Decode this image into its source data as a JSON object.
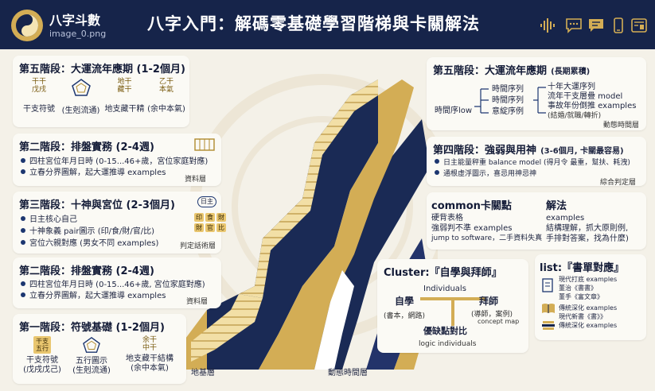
{
  "app": {
    "name": "八字斗數",
    "file": "image_0.png"
  },
  "title": "八字入門：解碼零基礎學習階梯與卡關解法",
  "stages": {
    "s5a": {
      "title": "第五階段：大運流年應期 (1-2個月)",
      "items": [
        {
          "top": "干干\n戊戌",
          "bottom": "干支符號"
        },
        {
          "top": "",
          "bottom": "(生剋流通)"
        },
        {
          "top": "地干\n藏干",
          "bottom": "地支藏干精"
        },
        {
          "top": "乙干\n本氣",
          "bottom": "(余中本氣)"
        }
      ]
    },
    "s2a": {
      "title": "第二階段：排盤實務 (2-4週)",
      "lines": [
        "四柱宮位年月日時 (0-15...46+歲，宮位家庭對應)",
        "立春分界圖解，起大運推導 examples"
      ],
      "note": "資料層"
    },
    "s3": {
      "title": "第三階段：十神與宮位 (2-3個月)",
      "lines": [
        "日主核心自己",
        "十神象義 pair圖示 (印/食/財/官/比)",
        "宮位六親對應 (男女不同 examples)"
      ],
      "note": "判定話術層",
      "badge": "日主",
      "tags": [
        "印",
        "食",
        "財",
        "財",
        "官",
        "比"
      ]
    },
    "s2b": {
      "title": "第二階段：排盤實務 (2-4週)",
      "lines": [
        "四柱宮位年月日時 (0-15...46+歲, 宮位家庭對應)",
        "立春分界圖解，起大運推導 examples"
      ],
      "note": "資料層"
    },
    "s1": {
      "title": "第一階段：符號基礎 (1-2個月)",
      "items": [
        {
          "tag": "干支\n五行",
          "bottom": "干支符號\n(戊戌戊己)"
        },
        {
          "tag": "",
          "bottom": "五行圖示\n(生剋流通)"
        },
        {
          "tag": "余干\n中干",
          "bottom": "地支藏干結構\n(余中本氣)"
        }
      ]
    },
    "s5b": {
      "title": "第五階段：大運流年應期",
      "title_suffix": "(長期累積)",
      "left": "時間序low",
      "mid": [
        "時間序列",
        "時間序列",
        "意綻序例"
      ],
      "right": [
        "十年大運序列",
        "流年干支層疊 model",
        "事故年份倒推 examples",
        "(結婚/就職/轉折)"
      ],
      "note": "動態時間層"
    },
    "s4": {
      "title": "第四階段：強弱與用神",
      "title_suffix": "(3-6個月, 卡關最容易)",
      "lines": [
        "日主能量秤重 balance model (得月令 最重，幫扶、耗洩)",
        "通根虛浮圖示，喜忌用神忌神"
      ],
      "note": "綜合判定層"
    },
    "common": {
      "title": "common卡關點",
      "lines": [
        "硬背表格",
        "強弱判不準 examples",
        "jump to software，二手資料失真"
      ],
      "title2": "解法",
      "lines2": [
        "examples",
        "結構理解，抓大原則例,",
        "手排對答案，找為什麼)"
      ]
    },
    "cluster": {
      "title": "Cluster:『自學與拜師』",
      "top": "Individuals",
      "left_h": "自學",
      "left_s": "(書本，網路)",
      "right_h": "拜師",
      "right_s": "(導師，案例)",
      "right_s2": "concept map",
      "mid": "優缺點對比",
      "bottom": "logic individuals"
    },
    "list": {
      "title": "list:『書單對應』",
      "items": [
        "現代打底 examples",
        "董治《書書》",
        "董手《富文章》",
        "傳統深化 examples",
        "現代新書《書》》",
        "傳統深化 examples"
      ]
    }
  },
  "labels": {
    "base": "地基層",
    "dyn": "動態時間層"
  },
  "colors": {
    "navy": "#16244a",
    "gold": "#d3ad55",
    "cream": "#f4f1e8"
  }
}
